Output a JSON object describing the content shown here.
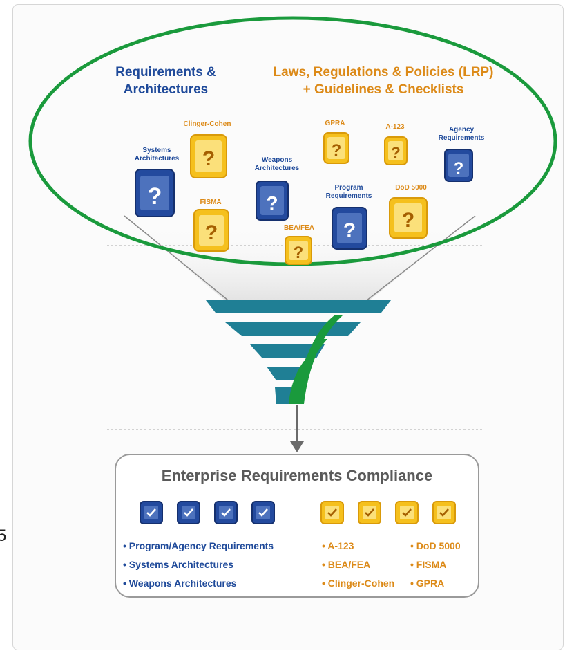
{
  "headers": {
    "left": [
      "Requirements &",
      "Architectures"
    ],
    "right": [
      "Laws, Regulations & Policies (LRP)",
      "+ Guidelines & Checklists"
    ]
  },
  "items": [
    {
      "label": [
        "Clinger-Cohen"
      ],
      "kind": "orange"
    },
    {
      "label": [
        "Systems",
        "Architectures"
      ],
      "kind": "blue"
    },
    {
      "label": [
        "FISMA"
      ],
      "kind": "orange"
    },
    {
      "label": [
        "Weapons",
        "Architectures"
      ],
      "kind": "blue"
    },
    {
      "label": [
        "BEA/FEA"
      ],
      "kind": "orange"
    },
    {
      "label": [
        "GPRA"
      ],
      "kind": "orange"
    },
    {
      "label": [
        "A-123"
      ],
      "kind": "orange"
    },
    {
      "label": [
        "Agency",
        "Requirements"
      ],
      "kind": "blue"
    },
    {
      "label": [
        "Program",
        "Requirements"
      ],
      "kind": "blue"
    },
    {
      "label": [
        "DoD 5000"
      ],
      "kind": "orange"
    }
  ],
  "icons": {
    "question": "question-mark-icon",
    "check": "check-mark-icon"
  },
  "compliance": {
    "title": "Enterprise Requirements Compliance",
    "blue_list": [
      "Program/Agency Requirements",
      "Systems Architectures",
      "Weapons Architectures"
    ],
    "orange_col1": [
      "A-123",
      "BEA/FEA",
      "Clinger-Cohen"
    ],
    "orange_col2": [
      "DoD 5000",
      "FISMA",
      "GPRA"
    ],
    "blue_checks": 4,
    "orange_checks": 4
  },
  "colors": {
    "blue": "#1f4a9a",
    "orange": "#dc8a18",
    "green": "#1a9a3c",
    "teal": "#1f7f95",
    "gray_text": "#5a5a5a"
  },
  "edge_text": "5"
}
